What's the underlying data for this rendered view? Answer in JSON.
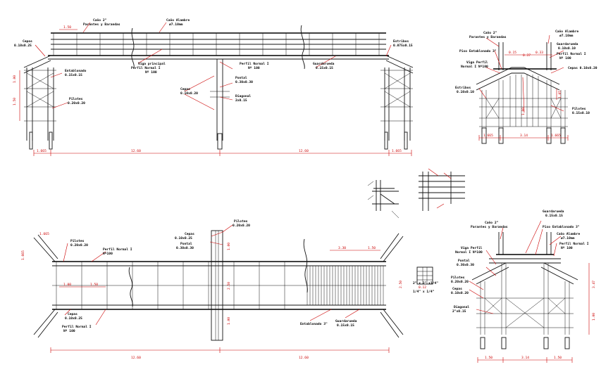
{
  "elevation": {
    "labels": {
      "cano_top": "Caño 2\"",
      "cano_top_sub": "Parantes y Barandas",
      "cano_alambre": "Caño Alambre",
      "cano_alambre_sub": "ø7.10mm",
      "cepas": "Cepas",
      "cepas_sub": "0.10x0.25",
      "viga_principal": "Viga principal",
      "viga_principal_sub": "Perfil Normal I",
      "viga_principal_sub2": "Nº 100",
      "pernil_normal": "Perfil Normal I",
      "pernil_normal_sub": "Nº 100",
      "pontal": "Pontal",
      "pontal_sub": "0.30x0.30",
      "guardarueda": "Guardarueda",
      "guardarueda_sub": "0.15x0.15",
      "estribos": "Estribos",
      "estribos_sub": "0.075x0.15",
      "entablonado": "Entablonado",
      "entablonado_sub": "0.15x0.15",
      "pilotes": "Pilotes",
      "pilotes_sub": "0.20x0.20",
      "cepas_mid": "Cepas",
      "cepas_mid_sub": "0.10x0.20",
      "diagonal": "Diagonal",
      "diagonal_sub": "2x0.15"
    },
    "dims": {
      "left_end": "1.665",
      "span_left": "12.60",
      "span_right": "12.60",
      "right_end": "1.665",
      "top_post": "1.50",
      "height_a": "1.00",
      "height_b": "1.50"
    }
  },
  "section_top": {
    "labels": {
      "cano": "Caño 2\"",
      "cano_sub": "Parantes y Barandas",
      "cano_alambre": "Caño Alambre",
      "cano_alambre_sub": "ø7.10mm",
      "piso": "Piso Entablonado 3\"",
      "guardarueda": "Guardarueda",
      "guardarueda_sub": "0.10x0.10",
      "viga": "Viga Perfil",
      "viga_sub": "Normal I Nº100",
      "perfil": "Perfil Normal I",
      "perfil_sub": "Nº 100",
      "cepas": "Cepas 0.10x0.20",
      "estribos": "Estribos",
      "estribos_sub": "0.10x0.10",
      "pilotes": "Pilotes",
      "pilotes_sub": "0.15x0.10"
    },
    "dims": {
      "d1": "0.15",
      "d2": "0.37",
      "d3": "0.33",
      "left": "1.665",
      "mid": "3.14",
      "right": "1.665",
      "h1": "1.05",
      "h2": "1.00"
    }
  },
  "plan": {
    "labels": {
      "pilotes": "Pilotes",
      "pilotes_sub": "0.20x0.20",
      "perfil": "Perfil Normal I",
      "perfil_sub": "Nº100",
      "cepas": "Cepas",
      "cepas_sub": "0.10x0.25",
      "perfil_b": "Perfil Normal I",
      "perfil_b_sub": "Nº 100",
      "cepas_mid": "Cepas",
      "cepas_mid_sub": "0.10x0.25",
      "pontal": "Pontal",
      "pontal_sub": "0.30x0.30",
      "pilotes_mid": "Pilotes",
      "pilotes_mid_sub": "0.20x0.20",
      "entablonado": "Entablonado 3\"",
      "guardarueda": "Guardarueda",
      "guardarueda_sub": "0.15x0.15"
    },
    "dims": {
      "left": "12.60",
      "right": "12.60",
      "a": "1.00",
      "b": "2.50",
      "c": "1.00",
      "d": "3.30",
      "e": "1.50",
      "f": "1.00",
      "g": "1.50",
      "h": "2.50",
      "corner_a": "1.665",
      "corner_b": "1.665"
    }
  },
  "section_bottom": {
    "labels": {
      "cano": "Caño 2\"",
      "cano_sub": "Parantes y Barandas",
      "guardarueda": "Guardarueda",
      "guardarueda_sub": "0.15x0.15",
      "piso": "Piso Entablonado 3\"",
      "cano_alambre": "Caño Alambre",
      "cano_alambre_sub": "ø7.10mm",
      "viga": "Viga Perfil",
      "viga_sub": "Normal I Nº100",
      "perfil": "Perfil Normal I",
      "perfil_sub": "Nº 100",
      "pontal": "Pontal",
      "pontal_sub": "0.30x0.30",
      "pilotes": "Pilotes",
      "pilotes_sub": "0.20x0.20",
      "cepas": "Cepas",
      "cepas_sub": "0.10x0.20",
      "diagonal": "Diagonal",
      "diagonal_sub": "2\"x0.15"
    },
    "dims": {
      "left": "1.50",
      "mid": "3.14",
      "right": "1.50",
      "h1": "3.47",
      "h2": "1.00"
    }
  },
  "detail": {
    "labels": {
      "a": "0.12",
      "b": "2\" x 2\" x1/4\"",
      "c": "1/4\" x 1/4\""
    }
  }
}
